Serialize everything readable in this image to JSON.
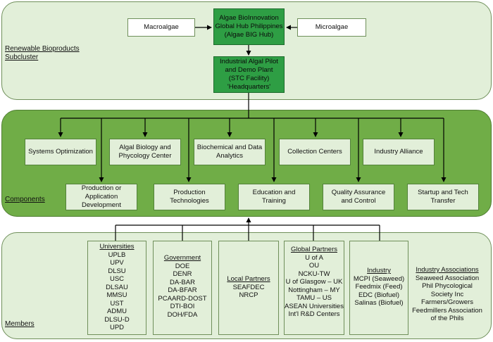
{
  "top": {
    "label_line1": "Renewable Bioproducts",
    "label_line2": "Subcluster",
    "macroalgae": "Macroalgae",
    "microalgae": "Microalgae",
    "hub": [
      "Algae BioInnovation",
      "Global Hub Philippines",
      "(Algae BIG Hub)"
    ],
    "plant": [
      "Industrial Algal Pilot",
      "and Demo Plant",
      "(STC Facility)",
      "'Headquarters'"
    ]
  },
  "components": {
    "label": "Components",
    "row1": [
      [
        "Systems Optimization"
      ],
      [
        "Algal Biology and",
        "Phycology Center"
      ],
      [
        "Biochemical and Data",
        "Analytics"
      ],
      [
        "Collection Centers"
      ],
      [
        "Industry Alliance"
      ]
    ],
    "row2": [
      [
        "Production or",
        "Application",
        "Development"
      ],
      [
        "Production",
        "Technologies"
      ],
      [
        "Education and",
        "Training"
      ],
      [
        "Quality Assurance",
        "and Control"
      ],
      [
        "Startup and Tech",
        "Transfer"
      ]
    ]
  },
  "members": {
    "label": "Members",
    "groups": [
      {
        "title": "Universities",
        "items": [
          "UPLB",
          "UPV",
          "DLSU",
          "USC",
          "DLSAU",
          "MMSU",
          "UST",
          "ADMU",
          "DLSU-D",
          "UPD"
        ]
      },
      {
        "title": "Government",
        "items": [
          "DOE",
          "DENR",
          "DA-BAR",
          "DA-BFAR",
          "PCAARD-DOST",
          "DTI-BOI",
          "DOH/FDA"
        ]
      },
      {
        "title": "Local Partners",
        "items": [
          "SEAFDEC",
          "NRCP"
        ]
      },
      {
        "title": "Global Partners",
        "items": [
          "U of A",
          "OU",
          "NCKU-TW",
          "U of Glasgow – UK",
          "Nottingham – MY",
          "TAMU – US",
          "ASEAN Universities",
          "Int'l R&D Centers"
        ]
      },
      {
        "title": "Industry",
        "items": [
          "MCPI (Seaweed)",
          "Feedmix (Feed)",
          "EDC (Biofuel)",
          "Salinas (Biofuel)"
        ]
      },
      {
        "title": "Industry Associations",
        "items": [
          "Seaweed Association",
          "Phil Phycological",
          "Society Inc",
          "Farmers/Growers",
          "Feedmillers Association",
          "of the Phils"
        ]
      }
    ]
  }
}
